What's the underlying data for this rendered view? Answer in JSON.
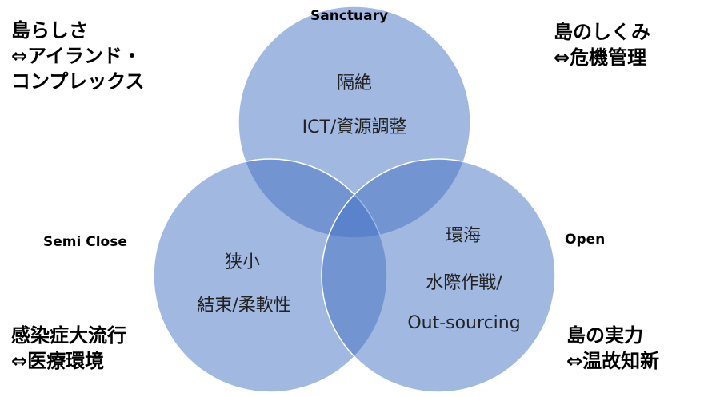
{
  "colors": {
    "circle_fill": "#4472c4",
    "circle_stroke": "#ffffff"
  },
  "circles": {
    "top": {
      "label": "Sanctuary",
      "lines": [
        "隔絶",
        "ICT/資源調整"
      ]
    },
    "left": {
      "label": "Semi Close",
      "lines": [
        "狭小",
        "結束/柔軟性"
      ]
    },
    "right": {
      "label": "Open",
      "lines": [
        "環海",
        "水際作戦/",
        "Out-sourcing"
      ]
    }
  },
  "corners": {
    "top_left": [
      "島らしさ",
      "⇔アイランド・",
      "コンプレックス"
    ],
    "top_right": [
      "島のしくみ",
      "⇔危機管理"
    ],
    "bottom_left": [
      "感染症大流行",
      "⇔医療環境"
    ],
    "bottom_right": [
      "島の実力",
      "⇔温故知新"
    ]
  }
}
